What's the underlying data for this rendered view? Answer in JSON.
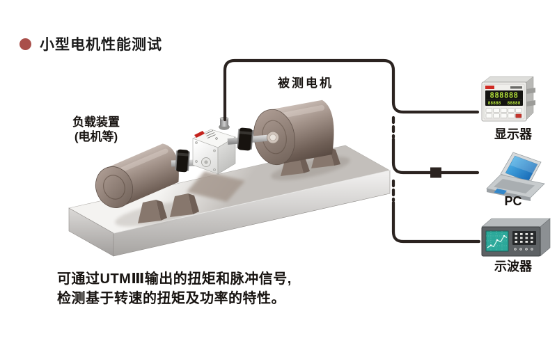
{
  "title": "小型电机性能测试",
  "scene": {
    "load_device_line1": "负载装置",
    "load_device_line2": "(电机等)",
    "tested_motor": "被测电机"
  },
  "devices": {
    "display": {
      "label": "显示器",
      "digits_row1": "888888",
      "digits_row2a": "88888",
      "digits_row2b": "88888"
    },
    "pc": {
      "label": "PC"
    },
    "oscilloscope": {
      "label": "示波器"
    }
  },
  "caption": {
    "line1": "可通过UTMⅢ输出的扭矩和脉冲信号,",
    "line2": "检测基于转速的扭矩及功率的特性。"
  },
  "colors": {
    "bullet": "#A94F4A",
    "cable": "#2B2320",
    "digit_green": "#B9E93C",
    "screen_teal": "#2CA89A",
    "laptop_blue": "#2E8FD0",
    "sensor_label_red": "#C4231D"
  }
}
